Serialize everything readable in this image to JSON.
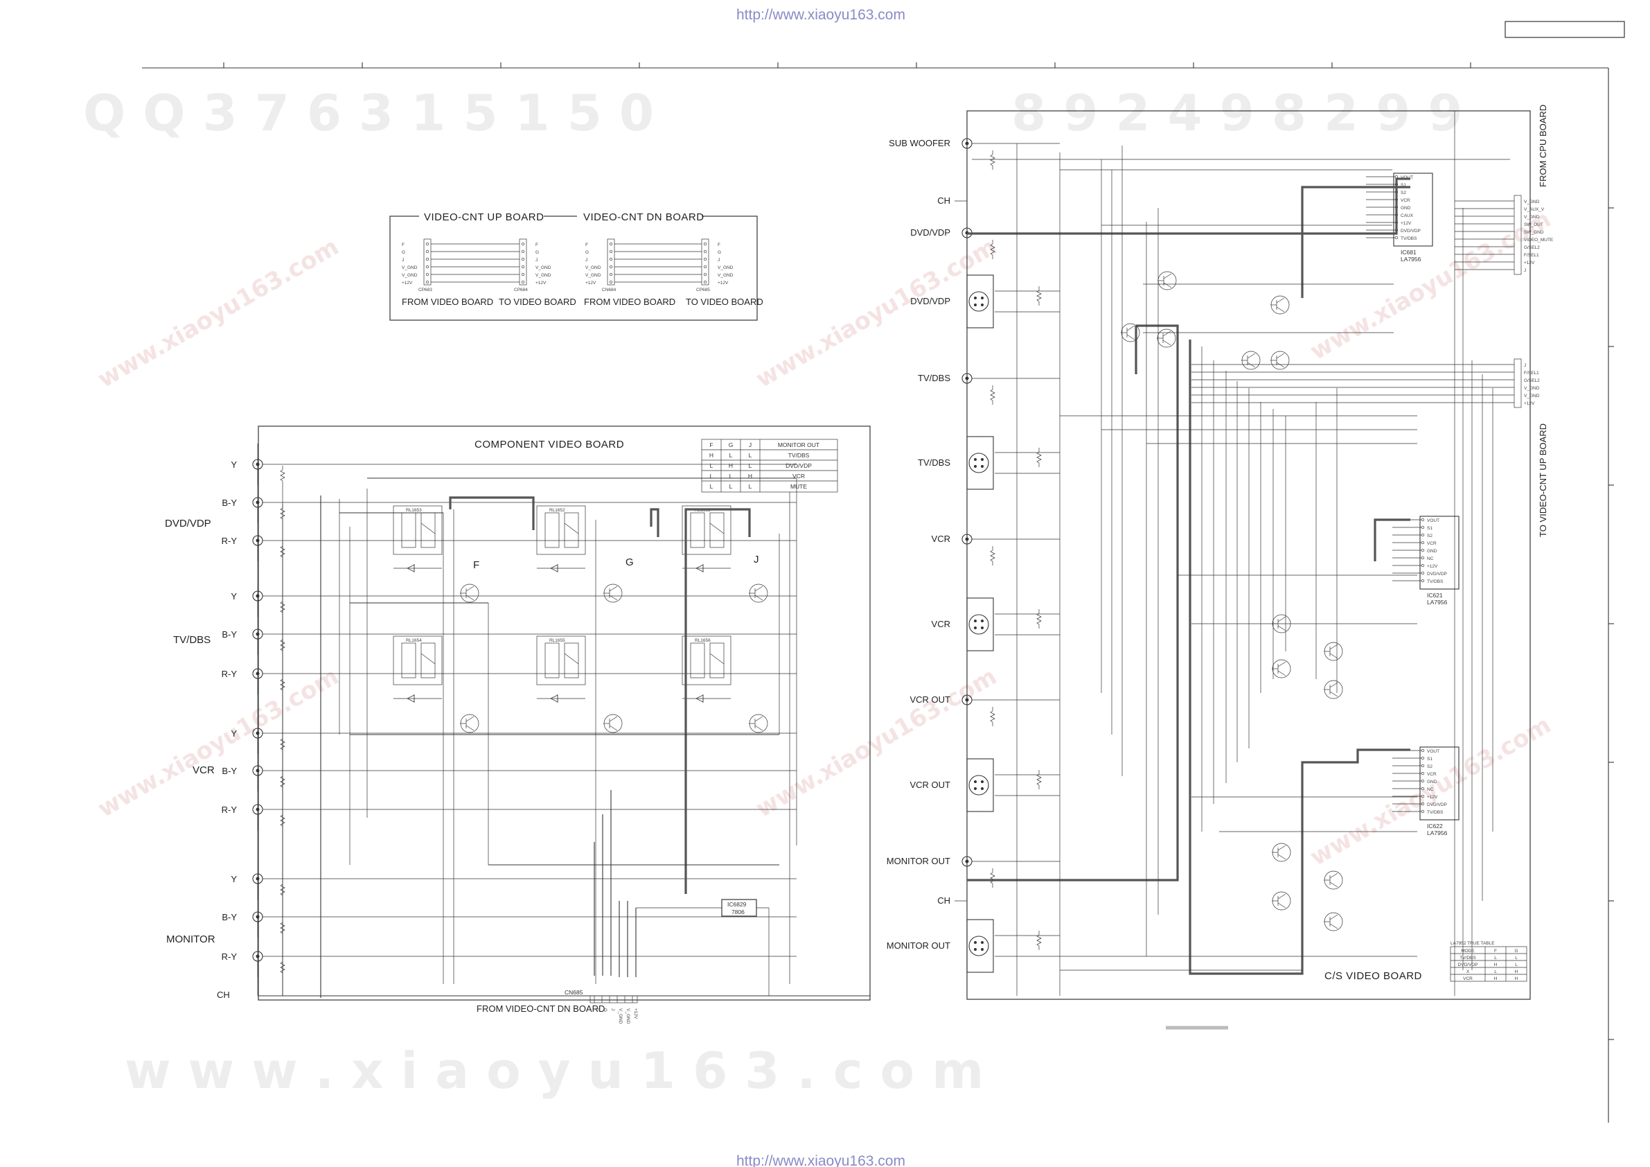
{
  "header": {
    "url_top": "http://www.xiaoyu163.com",
    "url_bottom": "http://www.xiaoyu163.com"
  },
  "watermarks": {
    "qq": "Q Q   3 7 6 3 1 5 1 5 0",
    "digits": "8 9 2 4 9 8 2 9 9",
    "site": "w w w . x i a o y u 1 6 3 . c o m",
    "diag": "www.xiaoyu163.com"
  },
  "connector_panel": {
    "title_left": "VIDEO-CNT UP BOARD",
    "title_right": "VIDEO-CNT DN BOARD",
    "pins": [
      "F",
      "G",
      "J",
      "V_GND",
      "V_GND",
      "+12V"
    ],
    "refs": [
      "CP683",
      "CP684",
      "CN684",
      "CP685"
    ],
    "captions": [
      "FROM VIDEO BOARD",
      "TO VIDEO BOARD",
      "FROM VIDEO BOARD",
      "TO VIDEO BOARD"
    ]
  },
  "component_board": {
    "title": "COMPONENT VIDEO BOARD",
    "groups": [
      {
        "name": "DVD/VDP",
        "inputs": [
          "Y",
          "B-Y",
          "R-Y"
        ]
      },
      {
        "name": "TV/DBS",
        "inputs": [
          "Y",
          "B-Y",
          "R-Y"
        ]
      },
      {
        "name": "VCR",
        "inputs": [
          "Y",
          "B-Y",
          "R-Y"
        ]
      },
      {
        "name": "MONITOR",
        "inputs": [
          "Y",
          "B-Y",
          "R-Y"
        ]
      }
    ],
    "ground": "CH",
    "column_labels": [
      "F",
      "G",
      "J"
    ],
    "truth_table": {
      "headers": [
        "F",
        "G",
        "J",
        "MONITOR OUT"
      ],
      "rows": [
        [
          "H",
          "L",
          "L",
          "TV/DBS"
        ],
        [
          "L",
          "H",
          "L",
          "DVD/VDP"
        ],
        [
          "L",
          "L",
          "H",
          "VCR"
        ],
        [
          "L",
          "L",
          "L",
          "MUTE"
        ]
      ]
    },
    "relays_top": [
      "RL1653",
      "RL1652",
      "RL1653"
    ],
    "relays_bottom": [
      "RL1654",
      "RL1655",
      "RL1656"
    ],
    "regulator": {
      "ref": "IC6829",
      "part": "7806"
    },
    "connector": {
      "ref": "CN685",
      "pins": [
        "F",
        "G",
        "J",
        "V_GND",
        "V_GND",
        "+12V"
      ]
    },
    "caption": "FROM VIDEO-CNT DN BOARD"
  },
  "cs_board": {
    "title": "C/S VIDEO BOARD",
    "left_labels": [
      "SUB WOOFER",
      "CH",
      "DVD/VDP",
      "DVD/VDP",
      "TV/DBS",
      "TV/DBS",
      "VCR",
      "VCR",
      "VCR OUT",
      "VCR OUT",
      "MONITOR OUT",
      "CH",
      "MONITOR OUT"
    ],
    "right_connector_top": {
      "pins": [
        "V_GND",
        "V_AUX_V",
        "V_GND",
        "SW_OUT",
        "SW_GND",
        "VIDEO_MUTE",
        "G/SEL2",
        "F/SEL1",
        "+12V",
        "J"
      ],
      "label": "FROM CPU BOARD"
    },
    "right_connector_bottom": {
      "pins": [
        "J",
        "F/SEL1",
        "G/SEL2",
        "V_GND",
        "V_GND",
        "+12V"
      ],
      "label": "TO VIDEO-CNT UP BOARD"
    },
    "ics": [
      {
        "ref": "IC681",
        "part": "LA7956",
        "pins": [
          "VOUT",
          "S1",
          "S2",
          "VCR",
          "GND",
          "CAUX",
          "+12V",
          "DVD/VDP",
          "TV/DBS"
        ]
      },
      {
        "ref": "IC621",
        "part": "LA7956",
        "pins": [
          "VOUT",
          "S1",
          "S2",
          "VCR",
          "GND",
          "NC",
          "+12V",
          "DVD/VDP",
          "TV/DBS"
        ]
      },
      {
        "ref": "IC622",
        "part": "LA7956",
        "pins": [
          "VOUT",
          "S1",
          "S2",
          "VCR",
          "GND",
          "NC",
          "+12V",
          "DVD/VDP",
          "TV/DBS"
        ]
      }
    ],
    "truth_table": {
      "title": "LA7952 TRUE TABLE",
      "headers": [
        "MODE",
        "F",
        "G"
      ],
      "rows": [
        [
          "TV/DBS",
          "L",
          "L"
        ],
        [
          "DVD/VDP",
          "H",
          "L"
        ],
        [
          "X",
          "L",
          "H"
        ],
        [
          "VCR",
          "H",
          "H"
        ]
      ]
    }
  }
}
